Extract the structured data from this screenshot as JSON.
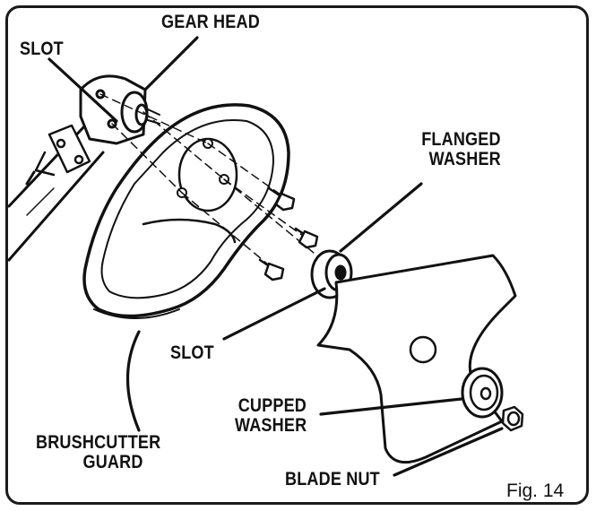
{
  "labels": {
    "gear_head": "GEAR HEAD",
    "slot_top": "SLOT",
    "flanged_washer_line1": "FLANGED",
    "flanged_washer_line2": "WASHER",
    "slot_bottom": "SLOT",
    "cupped_washer_line1": "CUPPED",
    "cupped_washer_line2": "WASHER",
    "brushcutter_guard_line1": "BRUSHCUTTER",
    "brushcutter_guard_line2": "GUARD",
    "blade_nut": "BLADE NUT"
  },
  "figure_caption": "Fig. 14"
}
